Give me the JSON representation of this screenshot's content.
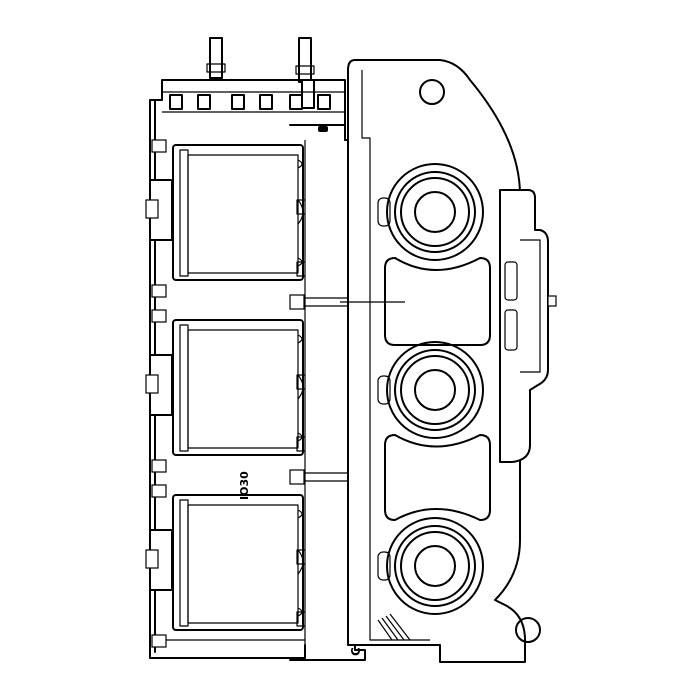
{
  "drawing": {
    "markings": {
      "side_code": "IO30",
      "side_fine_print": "",
      "bottom_code": "C"
    },
    "components": [
      {
        "name": "solenoid-coil-top"
      },
      {
        "name": "solenoid-coil-middle"
      },
      {
        "name": "solenoid-coil-bottom"
      }
    ],
    "ports": [
      {
        "name": "valve-port-top"
      },
      {
        "name": "valve-port-middle"
      },
      {
        "name": "valve-port-bottom"
      }
    ],
    "colors": {
      "line": "#000000",
      "background": "#ffffff"
    }
  }
}
